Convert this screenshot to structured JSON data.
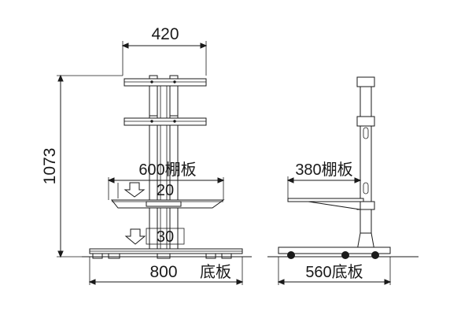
{
  "dimensions": {
    "top_width": "420",
    "height": "1073",
    "shelf_width": "600棚板",
    "shelf_step_1": "20",
    "shelf_step_2": "30",
    "base_width": "800",
    "base_label": "底板",
    "side_shelf_depth": "380棚板",
    "side_base_depth": "560底板"
  },
  "colors": {
    "line": "#1a1a1a",
    "background": "#ffffff"
  }
}
